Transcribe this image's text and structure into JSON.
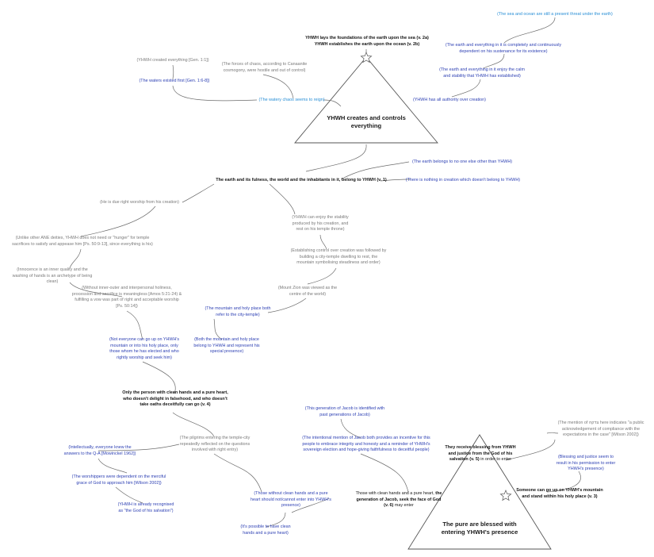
{
  "colors": {
    "gray": "#7a7a7a",
    "blue": "#2c3fb3",
    "cyan": "#2a8fd6",
    "dark": "#141414",
    "connector": "#6b6b6b"
  },
  "icons": {
    "star": "star-icon"
  },
  "triangles": {
    "top": "YHWH creates and controls everything",
    "bottom": "The pure are blessed with entering YHWH's presence"
  },
  "notes": {
    "n01": "(The sea and ocean are still a present threat under the earth)",
    "n02": "YHWH lays the foundations of the earth upon the sea (v. 2a) YHWH establishes the earth upon the ocean (v. 2b)",
    "n03": "(The earth and everything in it is completely and continuously dependent on his sustenance for its existence)",
    "n04": "(YHWH created everything [Gen. 1:1])",
    "n05": "(The forces of chaos, according to Canaanite cosmogony, were hostile and out of control)",
    "n06": "(The earth and everything in it enjoy the calm and stability that YHWH has established)",
    "n07": "(The waters existed first [Gen. 1:6-8])",
    "n08": "(The watery chaos seems to reign)",
    "n09": "(YHWH has all authority over creation)",
    "n10": "(The earth belongs to no one else other than YHWH)",
    "n11": "The earth and its fulness, the world and the inhabitants in it, belong to YHWH (v. 1)",
    "n12": "(There is nothing in creation which doesn't belong to YHWH)",
    "n13": "(He is due right worship from his creation)",
    "n14": "(YHWH can enjoy the stability produced by his creation, and rest on his temple throne)",
    "n15": "(Unlike other ANE deities, YHWH does not  need or \"hunger\" for temple sacrifices to satisfy and appease him [Ps. 50:9-13], since everything is his)",
    "n16": "(Establishing control over creation was followed by building a city-temple dwelling to rest, the mountain symbolising steadiness and order)",
    "n17": "(Innocence is an inner quality and the washing of hands is an archetype of being clean)",
    "n18": "(Without inner-outer and interpersonal holiness, procession and sacrifice is meaningless [Amos 5:21-24) & fulfilling a vow was part of right and acceptable worship [Ps. 50:14])",
    "n19": "(Mount Zion was viewed as the centre of the world)",
    "n20": "(The mountain and holy place both refer to the city-temple)",
    "n21": "(Not everyone can go up on YHWH's mountain or into his holy place, only those whom he has elected and who rightly worship and seek him)",
    "n22": "(Both the mountain and holy place belong to YHWH and represent his special presence)",
    "n23": "Only the person with clean hands and a pure heart, who doesn't delight in falsehood, and who doesn't take oaths deceitfully can go (v. 4)",
    "n24": "(This generation of Jacob is identified with past generations of Jacob)",
    "n25": "(The mention of צדקה here indicates \"a public acknowledgement of compliance with the expectations in the case\" [Wilson 2002])",
    "n26": "(The pilgrims entering the temple-city repeatedly reflected on the questions involved with right entry)",
    "n27": "(The intentional mention of Jacob both provides an incentive for this people to embrace integrity and honesty and a reminder of YHWH's sovereign election and hope-giving faithfulness to deceitful people)",
    "n28": "They receive blessing from YHWH and justice from the God of his salvation (v. 5) in order to enter",
    "n29": "(Intellectually, everyone knew the answers to the Q-A [Mowinckel 1962])",
    "n30": "(Blessing and justice seem to result in his permission to enter YHWH's presence)",
    "n31": "(The worshippers were dependent on the merciful grace of God to approach him [Wilson 2002])",
    "n32": "Someone can go up on YHWH's mountain and stand within his holy place (v. 3)",
    "n33": "(Those without clean hands and a pure heart should not/cannot enter into YHWH's presence)",
    "n34": "Those with clean hands and a pure heart, the generation of Jacob, seek the face of God (v. 6) may enter",
    "n35": "(YHWH is already recognised as \"the God of his salvation\")",
    "n36": "(It's possible to have clean hands and a pure heart)"
  }
}
